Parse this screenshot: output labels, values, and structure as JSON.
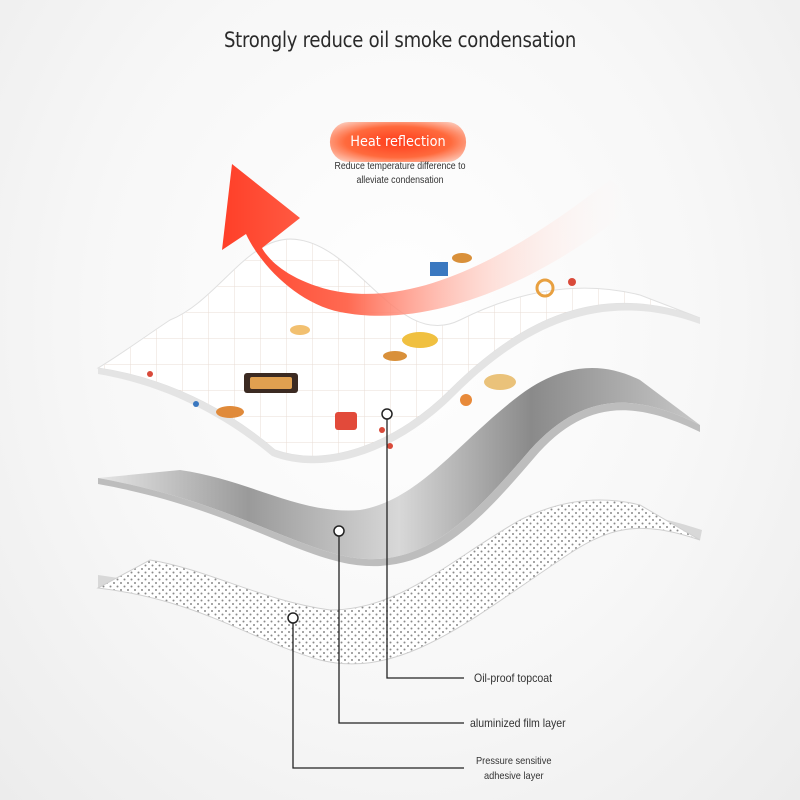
{
  "headline": "Strongly reduce oil smoke condensation",
  "heat": {
    "title": "Heat reflection",
    "subtitle_line1": "Reduce temperature difference to",
    "subtitle_line2": "alleviate condensation"
  },
  "layers": [
    {
      "id": "topcoat",
      "label": "Oil-proof topcoat"
    },
    {
      "id": "film",
      "label": "aluminized film layer"
    },
    {
      "id": "adhesive",
      "label_line1": "Pressure sensitive",
      "label_line2": "adhesive layer"
    }
  ],
  "colors": {
    "arrow": "#ff4a30",
    "heat_pill": "#ff3b1a",
    "silver_dark": "#8c8c8c",
    "silver_light": "#f2f2f2",
    "leader_line": "#222222"
  }
}
